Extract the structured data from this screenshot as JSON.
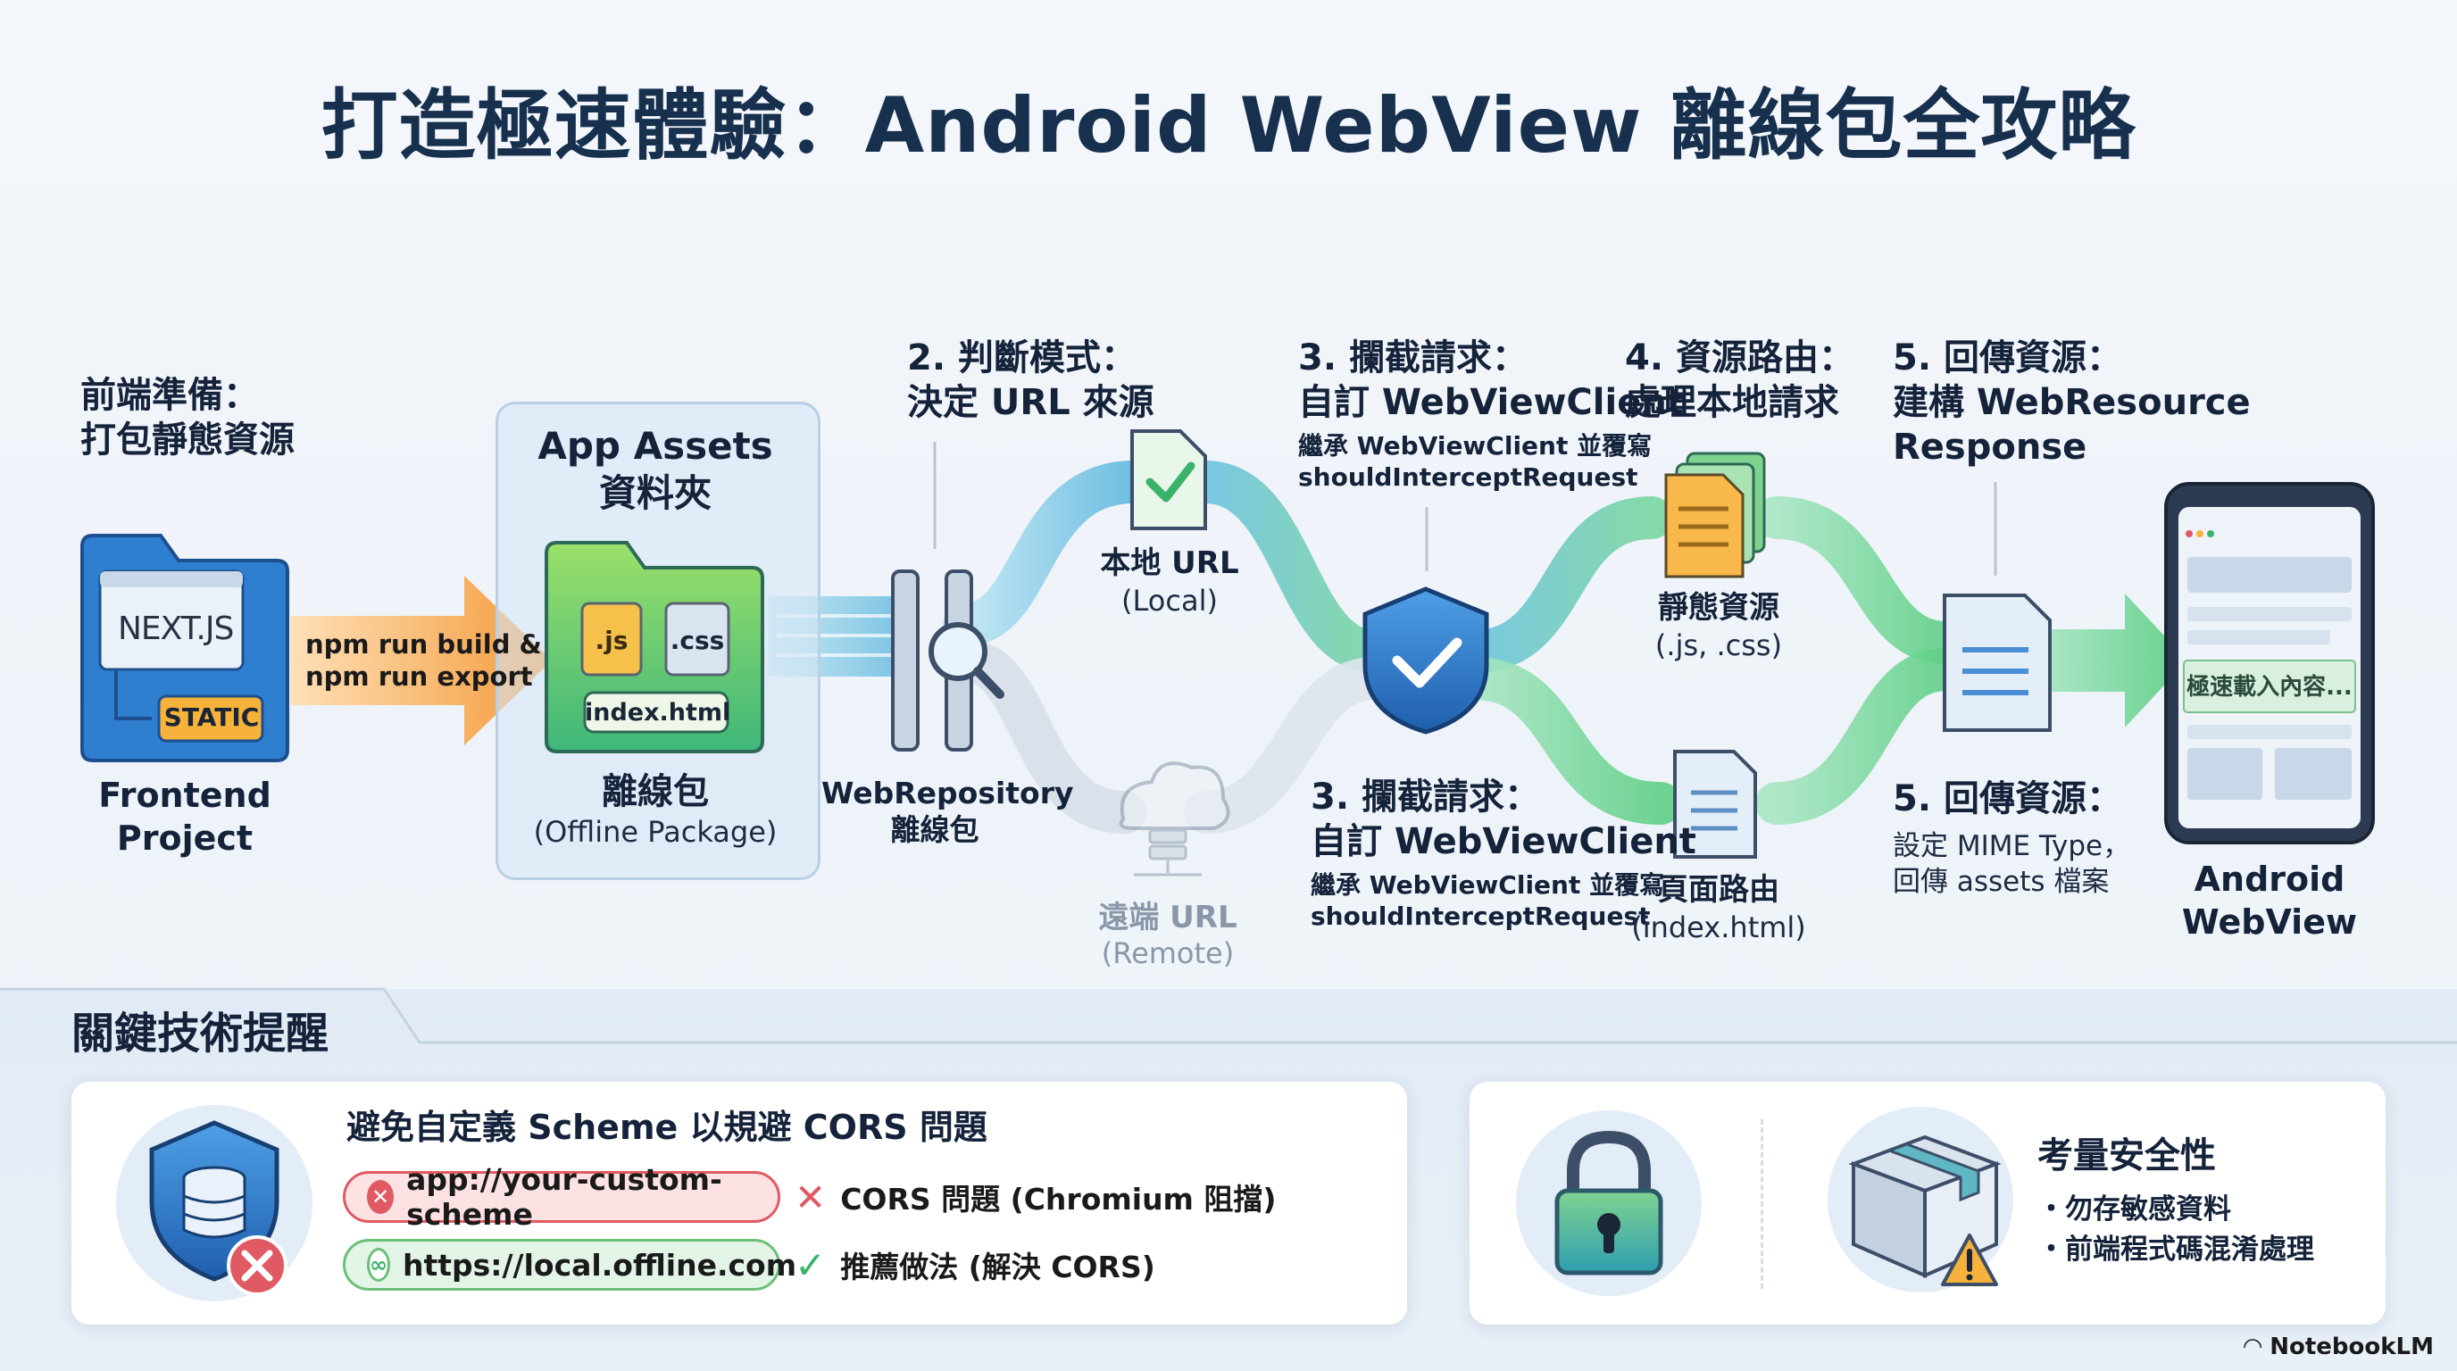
{
  "title": "打造極速體驗：Android WebView 離線包全攻略",
  "frontend": {
    "step_line1": "前端準備：",
    "step_line2": "打包靜態資源",
    "logo": "NEXT.JS",
    "static_tag": "STATIC",
    "name_line1": "Frontend",
    "name_line2": "Project"
  },
  "build_arrow": {
    "line1": "npm run build &",
    "line2": "npm run export"
  },
  "assets": {
    "title_line1": "App Assets",
    "title_line2": "資料夾",
    "file_js": ".js",
    "file_css": ".css",
    "file_html": "index.html",
    "name": "離線包",
    "name_en": "(Offline Package)"
  },
  "repository": {
    "line1": "WebRepository",
    "line2": "離線包"
  },
  "step2": {
    "line1": "2. 判斷模式：",
    "line2": "決定 URL 來源"
  },
  "local_url": {
    "line1": "本地 URL",
    "line2": "(Local)"
  },
  "remote_url": {
    "line1": "遠端 URL",
    "line2": "(Remote)"
  },
  "step3_top": {
    "line1": "3. 攔截請求：",
    "line2": "自訂 WebViewClient",
    "desc1": "繼承 WebViewClient 並覆寫",
    "desc2": "shouldInterceptRequest"
  },
  "step3_bottom": {
    "line1": "3. 攔截請求：",
    "line2": "自訂 WebViewClient",
    "desc1": "繼承 WebViewClient 並覆寫",
    "desc2": "shouldInterceptRequest"
  },
  "step4": {
    "line1": "4. 資源路由：",
    "line2": "處理本地請求"
  },
  "static_res": {
    "line1": "靜態資源",
    "line2": "(.js, .css)"
  },
  "page_route": {
    "line1": "頁面路由",
    "line2": "(index.html)"
  },
  "step5_top": {
    "line1": "5. 回傳資源：",
    "line2": "建構 WebResource",
    "line3": "Response"
  },
  "step5_bottom": {
    "line1": "5. 回傳資源：",
    "desc1": "設定 MIME Type，",
    "desc2": "回傳 assets 檔案"
  },
  "device": {
    "loading_text": "極速載入內容...",
    "name_line1": "Android",
    "name_line2": "WebView"
  },
  "tips": {
    "section_title": "關鍵技術提醒",
    "cors": {
      "title": "避免自定義 Scheme 以規避 CORS 問題",
      "bad_url": "app://your-custom-scheme",
      "bad_note": "CORS 問題 (Chromium 阻擋)",
      "good_url": "https://local.offline.com",
      "good_note": "推薦做法 (解決 CORS)"
    },
    "security": {
      "title": "考量安全性",
      "item1": "・勿存敏感資料",
      "item2": "・前端程式碼混淆處理"
    }
  },
  "brand": "NotebookLM",
  "colors": {
    "title": "#17304d",
    "build_arrow": "#f5a042",
    "flow_blue": "#5fb7de",
    "flow_green": "#6fd09a",
    "shield": "#2f7fd0",
    "check": "#39b36a",
    "error": "#e05a63"
  }
}
